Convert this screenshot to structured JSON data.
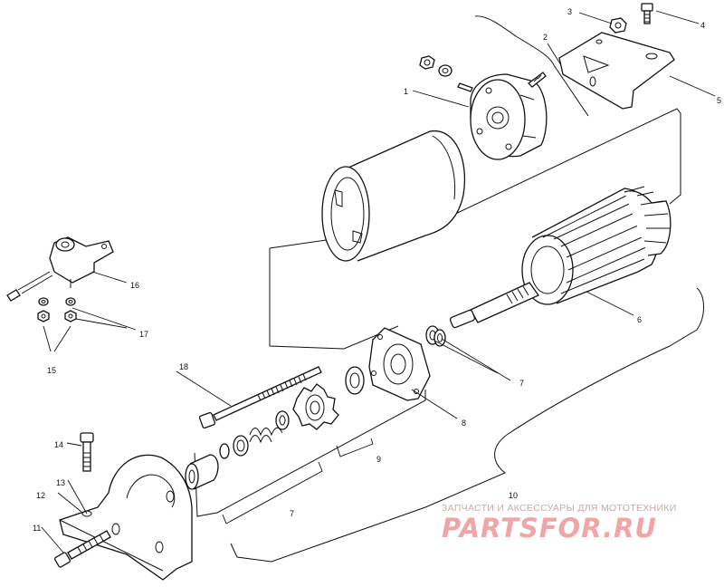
{
  "diagram": {
    "callouts": [
      {
        "id": "1",
        "text": "1"
      },
      {
        "id": "2",
        "text": "2"
      },
      {
        "id": "3",
        "text": "3"
      },
      {
        "id": "4",
        "text": "4"
      },
      {
        "id": "5",
        "text": "5"
      },
      {
        "id": "6",
        "text": "6"
      },
      {
        "id": "7a",
        "text": "7"
      },
      {
        "id": "7b",
        "text": "7"
      },
      {
        "id": "8",
        "text": "8"
      },
      {
        "id": "9",
        "text": "9"
      },
      {
        "id": "10",
        "text": "10"
      },
      {
        "id": "11",
        "text": "11"
      },
      {
        "id": "12",
        "text": "12"
      },
      {
        "id": "13",
        "text": "13"
      },
      {
        "id": "14",
        "text": "14"
      },
      {
        "id": "15",
        "text": "15"
      },
      {
        "id": "16",
        "text": "16"
      },
      {
        "id": "17",
        "text": "17"
      },
      {
        "id": "18",
        "text": "18"
      }
    ]
  },
  "watermark": {
    "tagline": "ЗАПЧАСТИ И АКСЕССУАРЫ ДЛЯ МОТОТЕХНИКИ",
    "logo": "PARTSFOR.RU"
  }
}
